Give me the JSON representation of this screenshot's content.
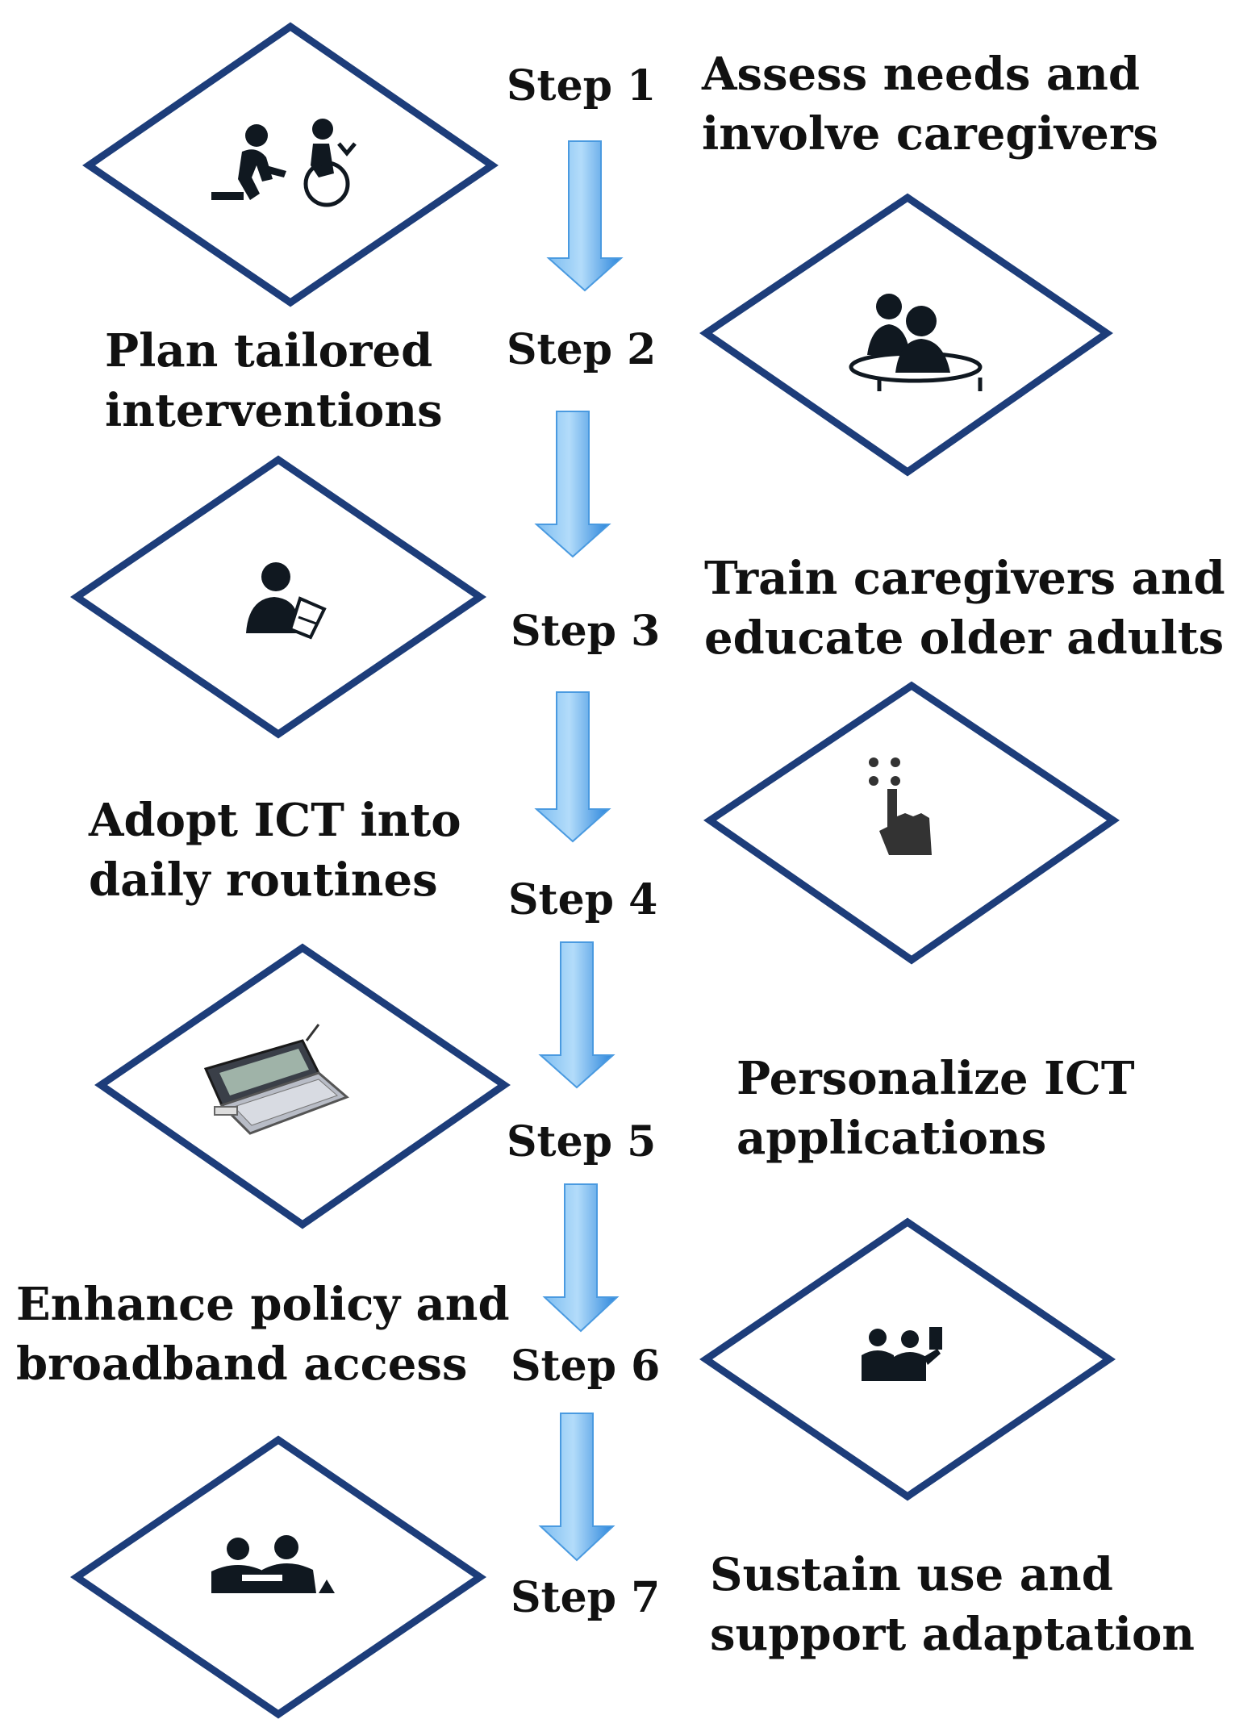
{
  "colors": {
    "diamond_stroke": "#1d3d7a",
    "arrow_light": "#9fcff6",
    "arrow_dark": "#2c86dc",
    "icon_fill": "#101820"
  },
  "steps": [
    {
      "label": "Step 1",
      "desc_line1": "Assess needs and",
      "desc_line2": "involve caregivers",
      "icon": "caregiver-wheelchair-icon"
    },
    {
      "label": "Step 2",
      "desc_line1": "Plan tailored",
      "desc_line2": "interventions",
      "icon": "group-meeting-icon"
    },
    {
      "label": "Step 3",
      "desc_line1": "Train caregivers and",
      "desc_line2": "educate older adults",
      "icon": "person-writing-icon"
    },
    {
      "label": "Step 4",
      "desc_line1": "Adopt ICT into",
      "desc_line2": "daily routines",
      "icon": "touch-hand-icon"
    },
    {
      "label": "Step 5",
      "desc_line1": "Personalize ICT",
      "desc_line2": "applications",
      "icon": "handheld-device-icon"
    },
    {
      "label": "Step 6",
      "desc_line1": "Enhance policy and",
      "desc_line2": "broadband access",
      "icon": "team-presentation-icon"
    },
    {
      "label": "Step 7",
      "desc_line1": "Sustain use and",
      "desc_line2": "support adaptation",
      "icon": "support-group-icon"
    }
  ]
}
